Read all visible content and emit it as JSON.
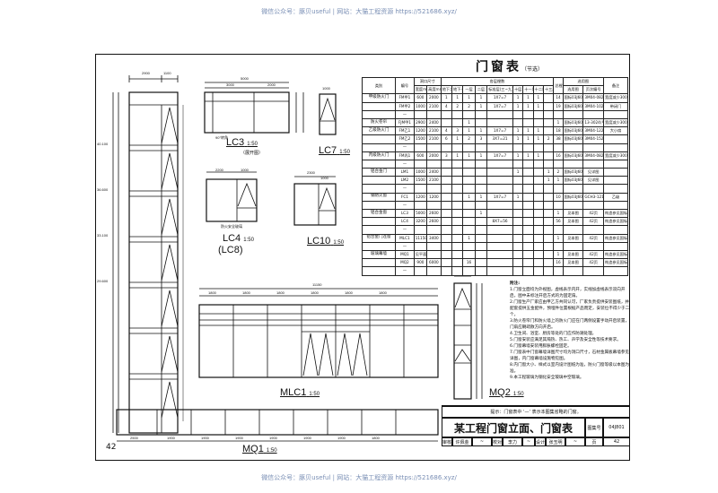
{
  "watermark": "微信公众号：豚贝useful | 网站：大猫工程资源 https://521686.xyz/",
  "page_number": "42",
  "table": {
    "title": "门窗表",
    "subtitle": "（节选）",
    "headers": [
      "类别",
      "编号",
      "洞口尺寸",
      "宽度mm",
      "高度mm",
      "各层樘数",
      "地下二层",
      "地下一层",
      "一层",
      "二层",
      "标准层(三~九)",
      "十层",
      "十一层",
      "十二层",
      "十三层",
      "总樘数",
      "选用图",
      "选用图",
      "页次编号",
      "备注"
    ],
    "rows": [
      [
        "甲级防火门",
        "FM甲1",
        "600",
        "2000",
        "1",
        "1",
        "1",
        "1",
        "1X7=7",
        "1",
        "1",
        "1",
        "",
        "14",
        "国标03J609",
        "3M04-0820(甲)",
        "宽度减少300"
      ],
      [
        "",
        "FM甲2",
        "1000",
        "2100",
        "4",
        "2",
        "2",
        "1",
        "1X7=7",
        "1",
        "1",
        "1",
        "",
        "19",
        "国标03J609",
        "3M04-1021(甲)",
        "带闭门"
      ],
      [
        "",
        "—",
        "",
        "",
        "",
        "",
        "",
        "",
        "",
        "",
        "",
        "",
        "",
        "",
        "",
        "",
        ""
      ],
      [
        "防火卷帘",
        "FJM甲1",
        "2900",
        "2400",
        "",
        "",
        "1",
        "",
        "",
        "",
        "",
        "",
        "",
        "1",
        "国标03J609",
        "13-3024(甲)",
        "宽度减少300"
      ],
      [
        "乙级防火门",
        "FM乙1",
        "1200",
        "2100",
        "4",
        "3",
        "1",
        "1",
        "1X7=7",
        "1",
        "1",
        "1",
        "",
        "18",
        "国标03J609",
        "3M04-1221(乙)",
        "大小扇"
      ],
      [
        "",
        "FM乙2",
        "1500",
        "2100",
        "6",
        "1",
        "2",
        "3",
        "3X7=21",
        "1",
        "1",
        "1",
        "2",
        "38",
        "国标03J609",
        "3M04-1521(乙)",
        ""
      ],
      [
        "",
        "—",
        "",
        "",
        "",
        "",
        "",
        "",
        "",
        "",
        "",
        "",
        "",
        "",
        "",
        "",
        ""
      ],
      [
        "丙级防火门",
        "FM丙1",
        "600",
        "2000",
        "3",
        "1",
        "1",
        "1",
        "1X7=7",
        "1",
        "1",
        "1",
        "",
        "16",
        "国标03J609",
        "3M04-0820(丙)",
        "宽度减少300"
      ],
      [
        "",
        "—",
        "",
        "",
        "",
        "",
        "",
        "",
        "",
        "",
        "",
        "",
        "",
        "",
        "",
        "",
        ""
      ],
      [
        "铝合金门",
        "LM1",
        "1000",
        "2400",
        "",
        "",
        "",
        "",
        "",
        "1",
        "",
        "",
        "1",
        "2",
        "国标03J603-2",
        "见详图",
        ""
      ],
      [
        "",
        "LM2",
        "1500",
        "2100",
        "",
        "",
        "",
        "",
        "",
        "",
        "",
        "",
        "1",
        "1",
        "国标03J603-2",
        "见详图",
        ""
      ],
      [
        "",
        "—",
        "",
        "",
        "",
        "",
        "",
        "",
        "",
        "",
        "",
        "",
        "",
        "",
        "",
        "",
        ""
      ],
      [
        "钢防火窗",
        "FC1",
        "1200",
        "1200",
        "",
        "",
        "1",
        "1",
        "1X7=7",
        "1",
        "",
        "",
        "",
        "10",
        "国标03J609",
        "GCH3-1212",
        "乙级"
      ],
      [
        "",
        "—",
        "",
        "",
        "",
        "",
        "",
        "",
        "",
        "",
        "",
        "",
        "",
        "",
        "",
        "",
        ""
      ],
      [
        "铝合金窗",
        "LC3",
        "5000",
        "2600",
        "",
        "",
        "",
        "1",
        "",
        "",
        "",
        "",
        "",
        "1",
        "见本图",
        "42页",
        "构造参见国标03J603-2"
      ],
      [
        "",
        "LC4",
        "3200",
        "2600",
        "",
        "",
        "",
        "",
        "8X7=56",
        "",
        "",
        "",
        "",
        "56",
        "见本图",
        "42页",
        "构造参见国标03J603-2"
      ],
      [
        "",
        "—",
        "",
        "",
        "",
        "",
        "",
        "",
        "",
        "",
        "",
        "",
        "",
        "",
        "",
        "",
        ""
      ],
      [
        "铝合金门连窗",
        "MLC1",
        "11150",
        "3400",
        "",
        "",
        "1",
        "",
        "",
        "",
        "",
        "",
        "",
        "1",
        "见本图",
        "42页",
        "构造参见国标03J603-2"
      ],
      [
        "",
        "—",
        "",
        "",
        "",
        "",
        "",
        "",
        "",
        "",
        "",
        "",
        "",
        "",
        "",
        "",
        ""
      ],
      [
        "玻璃幕墙",
        "MQ1",
        "见平面",
        "",
        "",
        "",
        "",
        "",
        "",
        "",
        "",
        "",
        "",
        "1",
        "见本图",
        "42页",
        "构造参见国标J103-4"
      ],
      [
        "",
        "MQ2",
        "900",
        "6000",
        "",
        "",
        "16",
        "",
        "",
        "",
        "",
        "",
        "",
        "16",
        "见本图",
        "42页",
        "构造参见国标J103-4"
      ],
      [
        "",
        "—",
        "",
        "",
        "",
        "",
        "",
        "",
        "",
        "",
        "",
        "",
        "",
        "",
        "",
        "",
        ""
      ]
    ]
  },
  "drawings": {
    "lc3": "LC3",
    "lc3_sub": "（展开图）",
    "lc7": "LC7",
    "lc4": "LC4",
    "lc8": "(LC8)",
    "lc10": "LC10",
    "mlc1": "MLC1",
    "mq1": "MQ1",
    "mq2": "MQ2",
    "scale": "1:50",
    "dims_mq1": [
      "2900",
      "1100"
    ],
    "dims_lc3": [
      "5000",
      "3000",
      "2000"
    ],
    "dims_lc7": "1000",
    "dims_lc4": [
      "2200",
      "1000"
    ],
    "dims_lc10": [
      "2300",
      "1000"
    ],
    "dims_mlc1": [
      "11150",
      "1800",
      "1800",
      "1800",
      "1800",
      "1800",
      "1800"
    ],
    "dims_mq1_bottom": [
      "2500",
      "1900",
      "1900",
      "1900",
      "1900",
      "1900",
      "1900",
      "1800"
    ],
    "levels": [
      "40.100",
      "36.600",
      "33.100",
      "29.600"
    ],
    "lc3_note": "90°转角",
    "lc4_note": "防火安全玻璃"
  },
  "notes": {
    "title": "附注:",
    "items": [
      "1.门窗立面均为外视图，虚线表示内开，实线加虚线表示双向开启，图中未标注开启方式的为固定扇。",
      "2.门窗生产厂家应由甲乙方共同认可，厂家负责提供安装图纸，并配套提供五金配件，预埋件位置根据产品而定，安装位不得少于二个。",
      "3.防火卷帘门和防火墙上的防火门应在门两侧设置手动开启装置，门扇应朝疏散方向开启。",
      "4.卫生间、浴室、厨房等处的门应作防潮处理。",
      "5.门窗安装应满足其隔热、热工、声学及安全性等技术要求。",
      "6.门窗幕墙安装用膨胀螺栓固定。",
      "7.门窗表中门窗幕墙详图尺寸均为洞口尺寸，石材金属板幕墙参见详图，内门窗幕墙设施物见图。",
      "8.内门窗大小、样式以室内设计图纸为准，防火门窗等级以本图为准。",
      "9.本工程玻璃为钢化安全玻璃中空玻璃。"
    ]
  },
  "legend_note": "提示：门窗表中 ‘—’ 表示本图集省略的门窗。",
  "title_block": {
    "title": "某工程门窗立面、门窗表",
    "atlas_label": "图集号",
    "atlas_no": "04J801",
    "review": "审核",
    "reviewer": "许佩金",
    "check": "校对",
    "checker": "李力",
    "design": "设计",
    "designer": "张玉明",
    "page_label": "页",
    "page": "42"
  }
}
